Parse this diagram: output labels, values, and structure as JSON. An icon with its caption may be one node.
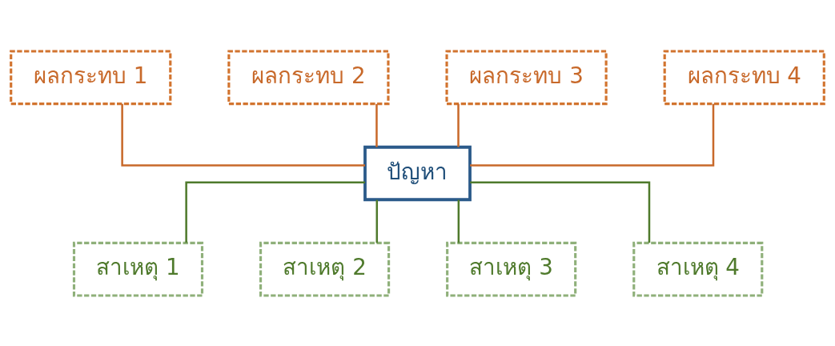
{
  "diagram": {
    "nodes": [
      {
        "text": [
          "ผลกระทบ 1"
        ]
      },
      {
        "text": [
          "ผลกระทบ 2"
        ]
      },
      {
        "text": [
          "ผลกระทบ 3"
        ]
      },
      {
        "text": [
          "ผลกระทบ 4"
        ]
      },
      {
        "text": [
          "ปัญหา"
        ]
      },
      {
        "text": [
          "สาเหตุ 1"
        ]
      },
      {
        "text": [
          "สาเหตุ 2"
        ]
      },
      {
        "text": [
          "สาเหตุ 3"
        ]
      },
      {
        "text": [
          "สาเหตุ 4"
        ]
      }
    ],
    "edges": [
      {
        "from": 0,
        "to": 4,
        "arrow": "none",
        "color": "#c8692a"
      },
      {
        "from": 1,
        "to": 4,
        "arrow": "none",
        "color": "#c8692a"
      },
      {
        "from": 2,
        "to": 4,
        "arrow": "none",
        "color": "#c8692a"
      },
      {
        "from": 3,
        "to": 4,
        "arrow": "none",
        "color": "#c8692a"
      },
      {
        "from": 4,
        "to": 5,
        "arrow": "none",
        "color": "#4f7a2c"
      },
      {
        "from": 4,
        "to": 6,
        "arrow": "none",
        "color": "#4f7a2c"
      },
      {
        "from": 4,
        "to": 7,
        "arrow": "none",
        "color": "#4f7a2c"
      },
      {
        "from": 4,
        "to": 8,
        "arrow": "none",
        "color": "#4f7a2c"
      }
    ]
  }
}
